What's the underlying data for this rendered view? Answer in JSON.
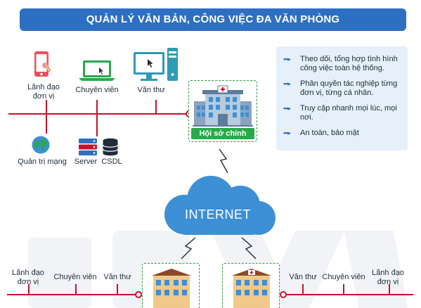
{
  "title": "QUẢN LÝ VĂN BẢN, CÔNG VIỆC ĐA VĂN PHÒNG",
  "top_network": {
    "devices": [
      {
        "label": "Lãnh đạo\nđơn vị",
        "icon": "smartphone-icon"
      },
      {
        "label": "Chuyên viên",
        "icon": "laptop-icon"
      },
      {
        "label": "Văn thư",
        "icon": "desktop-computer-icon"
      }
    ],
    "services": [
      {
        "label": "Quản trị mạng",
        "icon": "globe-icon"
      },
      {
        "label": "Server",
        "icon": "server-icon"
      },
      {
        "label": "CSDL",
        "icon": "database-icon"
      }
    ]
  },
  "headquarters": {
    "label": "Hội sở chính",
    "icon": "office-building-icon"
  },
  "features": [
    "Theo dõi, tổng hợp tình hình công việc toàn hệ thống.",
    "Phân quyền tác nghiệp từng đơn vị, từng cá nhân.",
    "Truy cập nhanh mọi lúc, mọi nơi.",
    "An toàn, bảo mật"
  ],
  "internet": {
    "label": "INTERNET",
    "icon": "cloud-icon"
  },
  "bottom_left_network": {
    "labels": [
      "Lãnh đạo\nđơn vị",
      "Chuyên viên",
      "Văn thư"
    ]
  },
  "bottom_right_network": {
    "labels": [
      "Văn thư",
      "Chuyên viên",
      "Lãnh đạo\nđơn vị"
    ]
  },
  "colors": {
    "banner": "#2d6fc2",
    "network_line": "#c8102e",
    "headquarters_tag": "#2aa84a",
    "cloud": "#3d8fd6",
    "feature_box": "#e6f0fb"
  }
}
